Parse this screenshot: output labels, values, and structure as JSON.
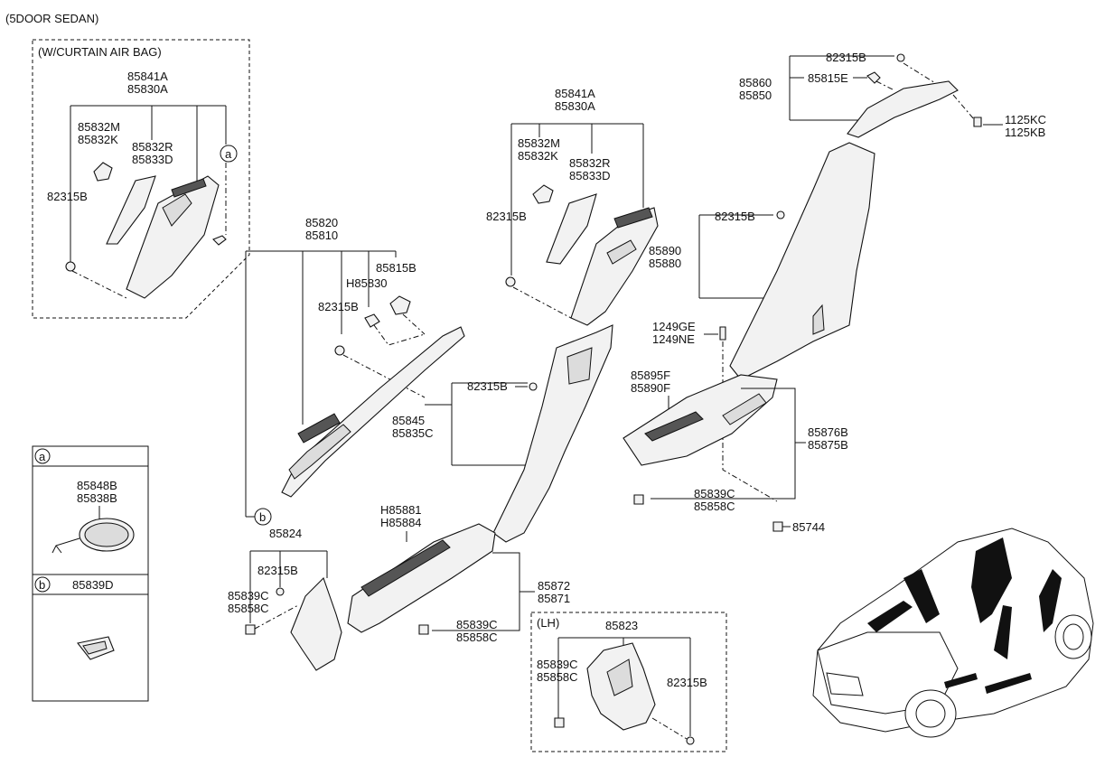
{
  "title": "(5DOOR SEDAN)",
  "sections": {
    "curtain_airbag": "(W/CURTAIN AIR BAG)",
    "lh": "(LH)"
  },
  "legend": {
    "a": {
      "key": "a",
      "parts": [
        "85848B",
        "85838B"
      ]
    },
    "b": {
      "key": "b",
      "parts": [
        "85839D"
      ]
    }
  },
  "callouts": [
    "a",
    "b"
  ],
  "labels": {
    "cab_85841A": "85841A",
    "cab_85830A": "85830A",
    "cab_85832M": "85832M",
    "cab_85832K": "85832K",
    "cab_85832R": "85832R",
    "cab_85833D": "85833D",
    "cab_82315B": "82315B",
    "mid_85841A": "85841A",
    "mid_85830A": "85830A",
    "mid_85832M": "85832M",
    "mid_85832K": "85832K",
    "mid_85832R": "85832R",
    "mid_85833D": "85833D",
    "mid_82315B": "82315B",
    "ap_85820": "85820",
    "ap_85810": "85810",
    "ap_85815B": "85815B",
    "ap_H85830": "H85830",
    "ap_82315B": "82315B",
    "rear_82315B": "82315B",
    "rear_85815E": "85815E",
    "rear_85860": "85860",
    "rear_85850": "85850",
    "rear_1125KC": "1125KC",
    "rear_1125KB": "1125KB",
    "c_82315B": "82315B",
    "c_85890": "85890",
    "c_85880": "85880",
    "c_1249GE": "1249GE",
    "c_1249NE": "1249NE",
    "b_82315B": "82315B",
    "b_85845": "85845",
    "b_85835C": "85835C",
    "rs_85895F": "85895F",
    "rs_85890F": "85890F",
    "rs_85876B": "85876B",
    "rs_85875B": "85875B",
    "rs_85839C": "85839C",
    "rs_85858C": "85858C",
    "rs_85744": "85744",
    "fs_H85881": "H85881",
    "fs_H85884": "H85884",
    "fs_85872": "85872",
    "fs_85871": "85871",
    "fs_85839C": "85839C",
    "fs_85858C": "85858C",
    "k_85824": "85824",
    "k_82315B": "82315B",
    "k_85839C": "85839C",
    "k_85858C": "85858C",
    "lh_85823": "85823",
    "lh_85839C": "85839C",
    "lh_85858C": "85858C",
    "lh_82315B": "82315B"
  }
}
